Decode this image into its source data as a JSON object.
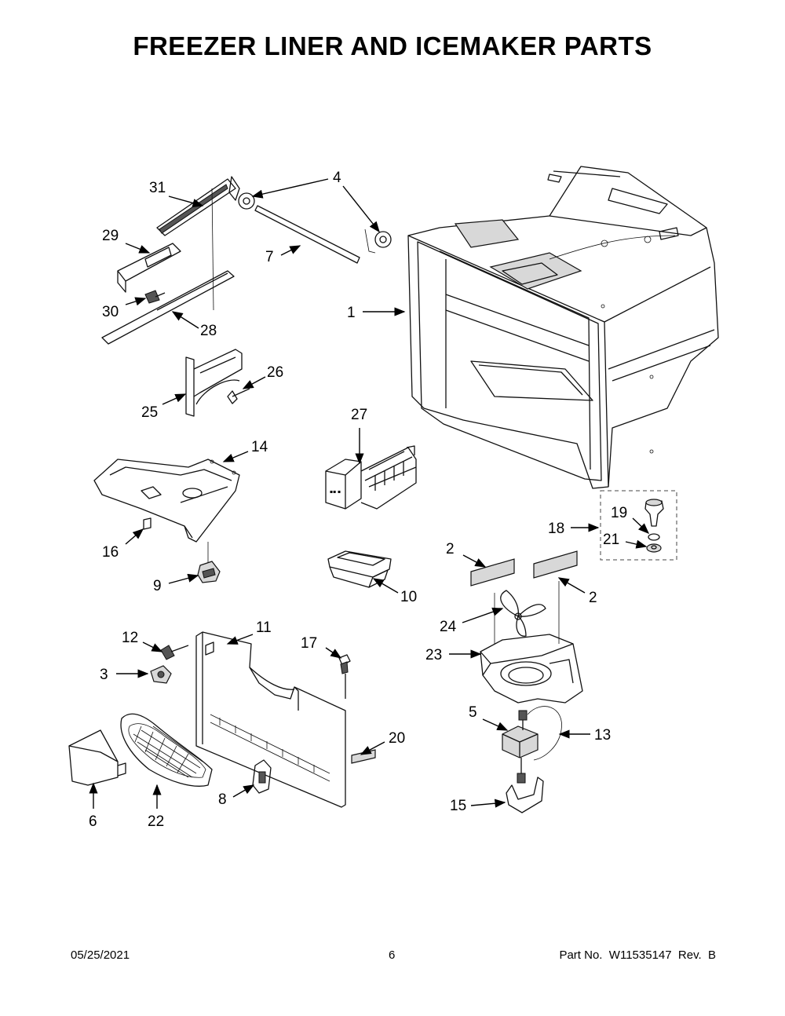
{
  "title": "FREEZER LINER AND ICEMAKER PARTS",
  "footer": {
    "date": "05/25/2021",
    "page": "6",
    "part_number": "Part No.  W11535147  Rev.  B"
  },
  "callouts": {
    "c1": "1",
    "c2a": "2",
    "c2b": "2",
    "c3": "3",
    "c4": "4",
    "c5": "5",
    "c6": "6",
    "c7": "7",
    "c8": "8",
    "c9": "9",
    "c10": "10",
    "c11": "11",
    "c12": "12",
    "c13": "13",
    "c14": "14",
    "c15": "15",
    "c16": "16",
    "c17": "17",
    "c18": "18",
    "c19": "19",
    "c20": "20",
    "c21": "21",
    "c22": "22",
    "c23": "23",
    "c24": "24",
    "c25": "25",
    "c26": "26",
    "c27": "27",
    "c28": "28",
    "c29": "29",
    "c30": "30",
    "c31": "31"
  }
}
